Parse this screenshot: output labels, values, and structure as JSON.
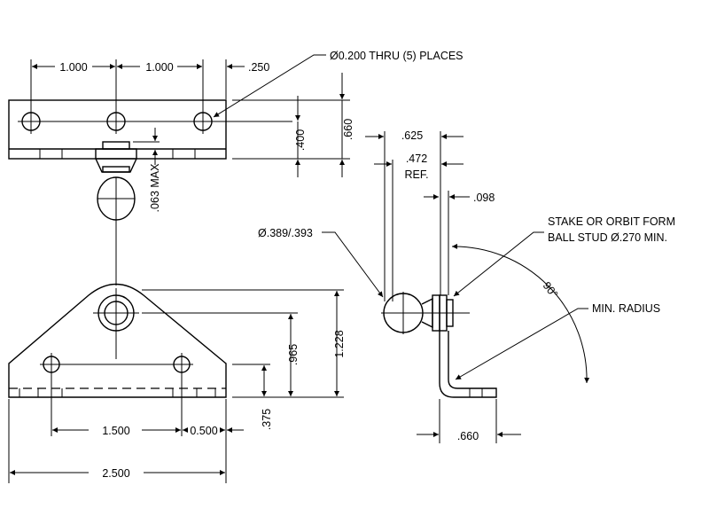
{
  "dimensions": {
    "top_spacing_1": "1.000",
    "top_spacing_2": "1.000",
    "top_edge": ".250",
    "hole_callout": "Ø0.200 THRU (5) PLACES",
    "height_400": ".400",
    "height_660": ".660",
    "max_063": ".063 MAX",
    "side_625": ".625",
    "side_472": ".472",
    "side_ref": "REF.",
    "side_098": ".098",
    "ball_dia": "Ø.389/.393",
    "stake_line1": "STAKE OR ORBIT FORM",
    "stake_line2": "BALL STUD Ø.270 MIN.",
    "angle": "90°",
    "min_radius": "MIN. RADIUS",
    "height_965": ".965",
    "height_1228": "1.228",
    "height_375": ".375",
    "bottom_1500": "1.500",
    "bottom_0500": "0.500",
    "side_660": ".660",
    "overall_2500": "2.500"
  }
}
